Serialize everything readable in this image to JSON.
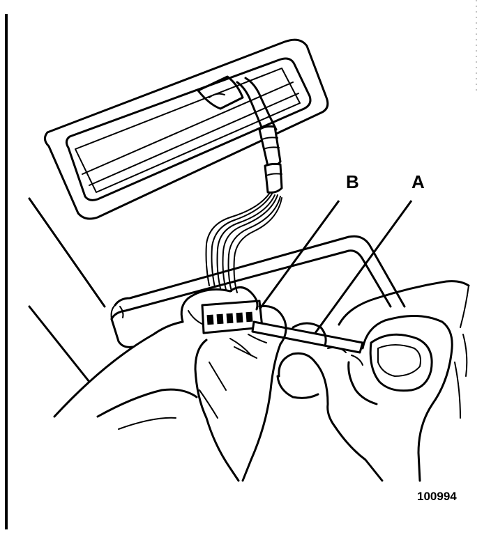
{
  "labels": {
    "callout_a": "A",
    "callout_b": "B"
  },
  "figure_number": "100994"
}
